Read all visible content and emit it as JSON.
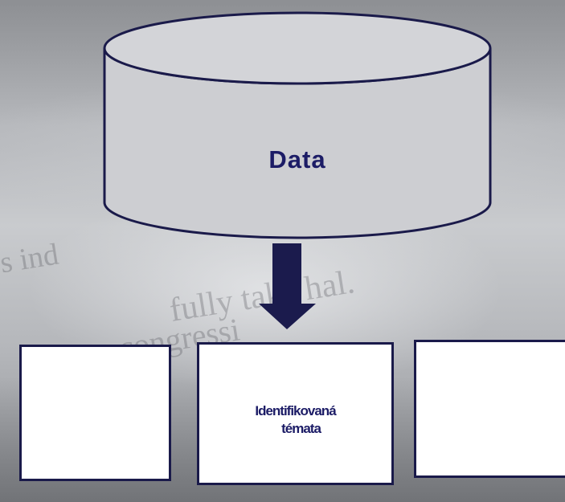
{
  "background": {
    "text_lines": [
      "s ind",
      "fully take hal.",
      "e congressi"
    ]
  },
  "diagram": {
    "source_label": "Data",
    "arrow": "down",
    "boxes": [
      {
        "label_lines": []
      },
      {
        "label_lines": [
          "Identifikovaná",
          "témata"
        ]
      },
      {
        "label_lines": []
      }
    ],
    "colors": {
      "cylinder_fill": "#cdced2",
      "outline": "#1a1a4a",
      "arrow": "#1b1b4d",
      "text": "#1c1c66",
      "box_fill": "#ffffff"
    }
  }
}
